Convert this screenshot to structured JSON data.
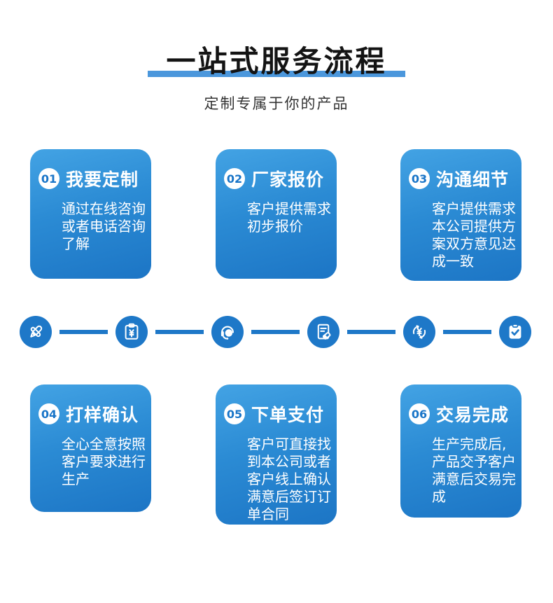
{
  "header": {
    "title": "一站式服务流程",
    "subtitle": "定制专属于你的产品"
  },
  "colors": {
    "underline_blue": "#4b97dc",
    "card_gradient_top": "#43a3e4",
    "card_gradient_bottom": "#1c75c5",
    "flow_icon_blue": "#1e78c8",
    "badge_text_blue": "#1975c8",
    "card_text": "#ffffff",
    "title_text": "#141414",
    "subtitle_text": "#333333"
  },
  "steps": [
    {
      "num": "01",
      "title": "我要定制",
      "desc": "通过在线咨询或者电话咨询了解"
    },
    {
      "num": "02",
      "title": "厂家报价",
      "desc": "客户提供需求初步报价"
    },
    {
      "num": "03",
      "title": "沟通细节",
      "desc": "客户提供需求本公司提供方案双方意见达成一致"
    },
    {
      "num": "04",
      "title": "打样确认",
      "desc": "全心全意按照客户要求进行生产"
    },
    {
      "num": "05",
      "title": "下单支付",
      "desc": "客户可直接找到本公司或者客户线上确认满意后签订订单合同"
    },
    {
      "num": "06",
      "title": "交易完成",
      "desc": "生产完成后,产品交予客户满意后交易完成"
    }
  ],
  "flow_icons": [
    {
      "name": "design-tools-icon"
    },
    {
      "name": "quote-clipboard-icon"
    },
    {
      "name": "customer-service-icon"
    },
    {
      "name": "order-document-icon"
    },
    {
      "name": "payment-exchange-icon"
    },
    {
      "name": "deal-complete-icon"
    }
  ]
}
